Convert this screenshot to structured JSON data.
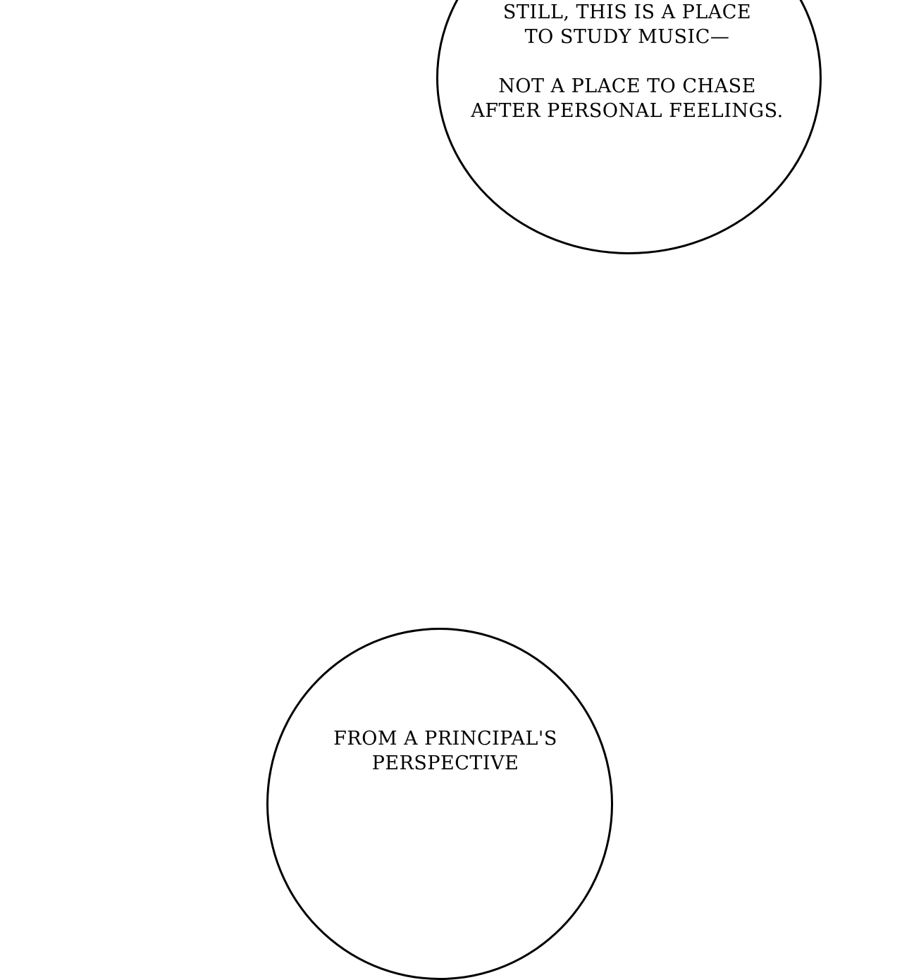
{
  "bubbles": [
    {
      "lines": [
        "STILL, THIS IS A PLACE",
        "TO STUDY MUSIC—",
        "",
        "NOT A PLACE TO CHASE",
        "AFTER PERSONAL FEELINGS."
      ]
    },
    {
      "lines": [
        "FROM A PRINCIPAL'S",
        "PERSPECTIVE"
      ]
    }
  ]
}
